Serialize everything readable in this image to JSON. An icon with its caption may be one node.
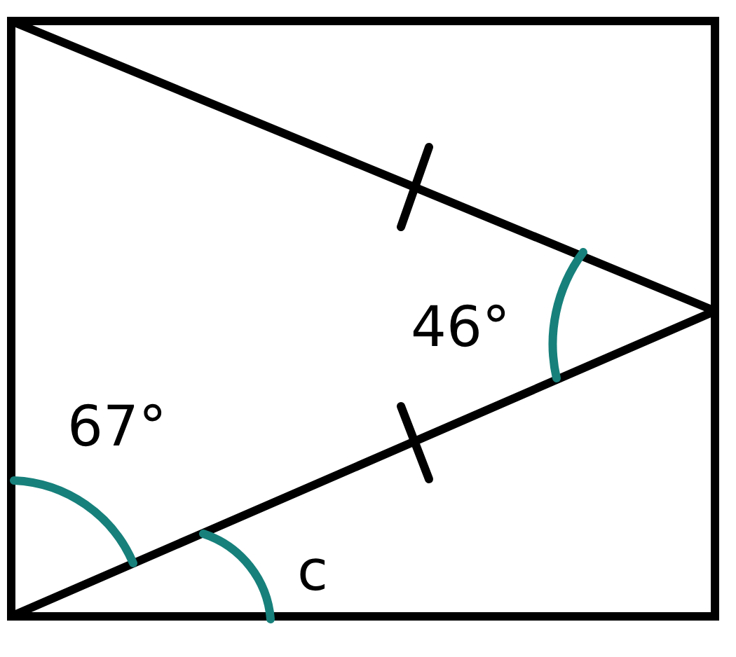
{
  "diagram": {
    "labels": [
      "46°",
      "67°",
      "c"
    ]
  }
}
